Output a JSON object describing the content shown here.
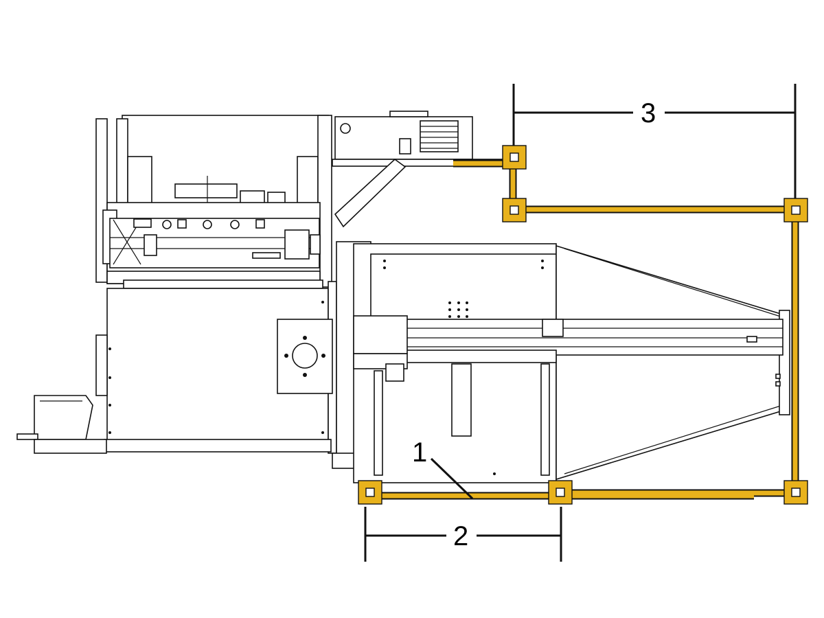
{
  "figure": {
    "colors": {
      "frame": "#e8b21c",
      "frame_outline": "#111111",
      "machine_line": "#111111",
      "background": "#ffffff"
    },
    "callouts": [
      {
        "id": "1",
        "text": "1"
      },
      {
        "id": "2",
        "text": "2"
      },
      {
        "id": "3",
        "text": "3"
      }
    ]
  }
}
